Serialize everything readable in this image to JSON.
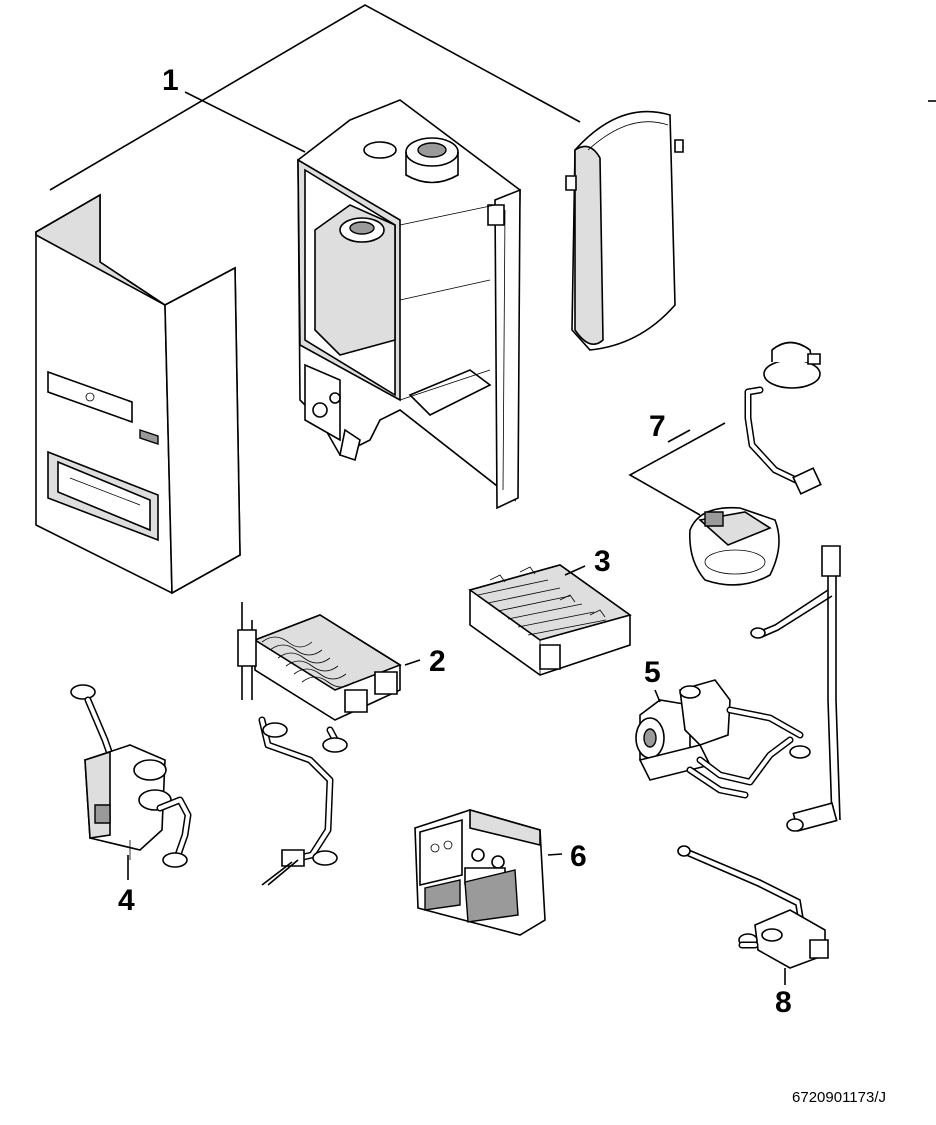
{
  "callouts": {
    "c1": "1",
    "c2": "2",
    "c3": "3",
    "c4": "4",
    "c5": "5",
    "c6": "6",
    "c7": "7",
    "c8": "8"
  },
  "document_ref": "6720901173/J"
}
